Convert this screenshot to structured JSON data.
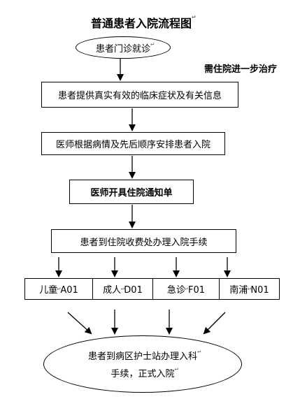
{
  "title": "普通患者入院流程图",
  "side_note": "需住院进一步治疗",
  "paragraph_mark": "↵",
  "nodes": {
    "outpatient": "患者门诊就诊",
    "provide_info": "患者提供真实有效的临床症状及有关信息",
    "doctor_arrange": "医师根据病情及先后顺序安排患者入院",
    "admission_notice": "医师开具住院通知单",
    "billing": "患者到住院收费处办理入院手续",
    "final_line1": "患者到病区护士站办理入科",
    "final_line2": "手续，正式入院"
  },
  "departments": [
    "儿童 A01",
    "成人 D01",
    "急诊 F01",
    "南浦 N01"
  ]
}
